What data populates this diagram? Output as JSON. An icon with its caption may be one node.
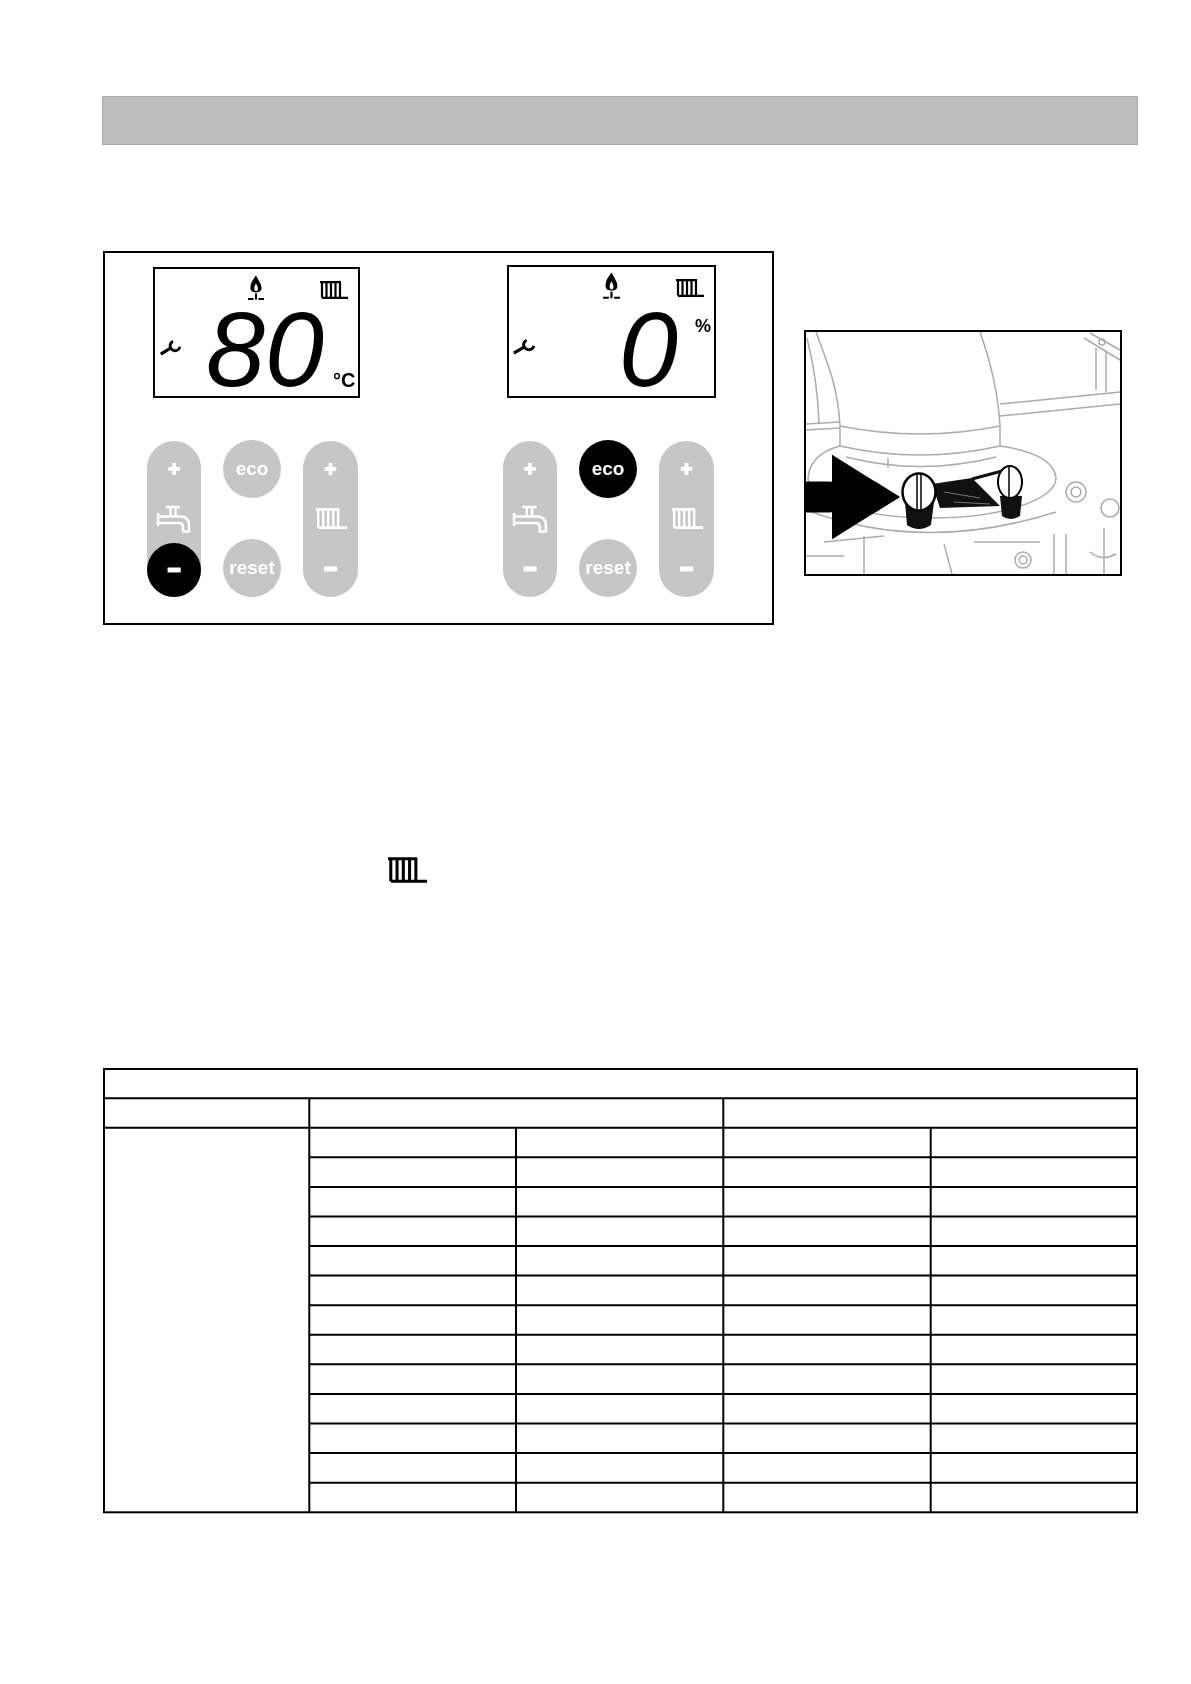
{
  "diagram": {
    "nodes": [
      {
        "text": [],
        "shape": "box"
      },
      {
        "text": [
          "80",
          "°C"
        ],
        "in": 0
      },
      {
        "text": [
          "0",
          "%"
        ],
        "in": 0
      },
      {
        "text": [
          "+"
        ],
        "in": 0
      },
      {
        "text": [
          "−"
        ],
        "in": 3
      },
      {
        "text": [
          "eco"
        ],
        "in": 0
      },
      {
        "text": [
          "reset"
        ],
        "in": 0
      },
      {
        "text": [
          "+",
          "−"
        ],
        "in": 0
      },
      {
        "text": [
          "+",
          "−"
        ],
        "in": 0
      },
      {
        "text": [
          "eco"
        ],
        "in": 0
      },
      {
        "text": [
          "reset"
        ],
        "in": 0
      },
      {
        "text": [
          "+",
          "−"
        ],
        "in": 0
      },
      {
        "text": [],
        "shape": "picture"
      }
    ],
    "edges": [
      {
        "from": null,
        "to": 12,
        "arrow": "to"
      }
    ]
  }
}
